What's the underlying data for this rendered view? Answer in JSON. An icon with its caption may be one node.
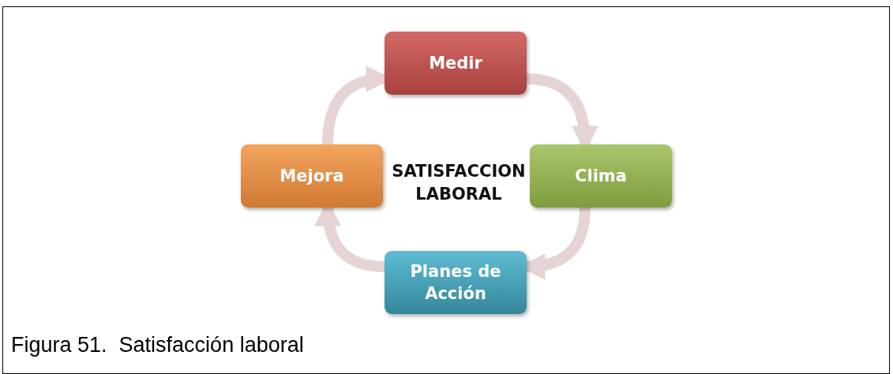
{
  "diagram": {
    "caption": "Figura 51.  Satisfacción laboral",
    "nodes": [
      {
        "text": [
          "Medir"
        ]
      },
      {
        "text": [
          "Clima"
        ]
      },
      {
        "text": [
          "Planes de Acción"
        ]
      },
      {
        "text": [
          "Mejora"
        ]
      }
    ],
    "edges": [
      {
        "from": 0,
        "to": 1,
        "arrow": "to"
      },
      {
        "from": 1,
        "to": 2,
        "arrow": "to"
      },
      {
        "from": 2,
        "to": 3,
        "arrow": "to"
      },
      {
        "from": 3,
        "to": 0,
        "arrow": "to"
      }
    ],
    "labels": [
      "SATISFACCION LABORAL"
    ]
  }
}
